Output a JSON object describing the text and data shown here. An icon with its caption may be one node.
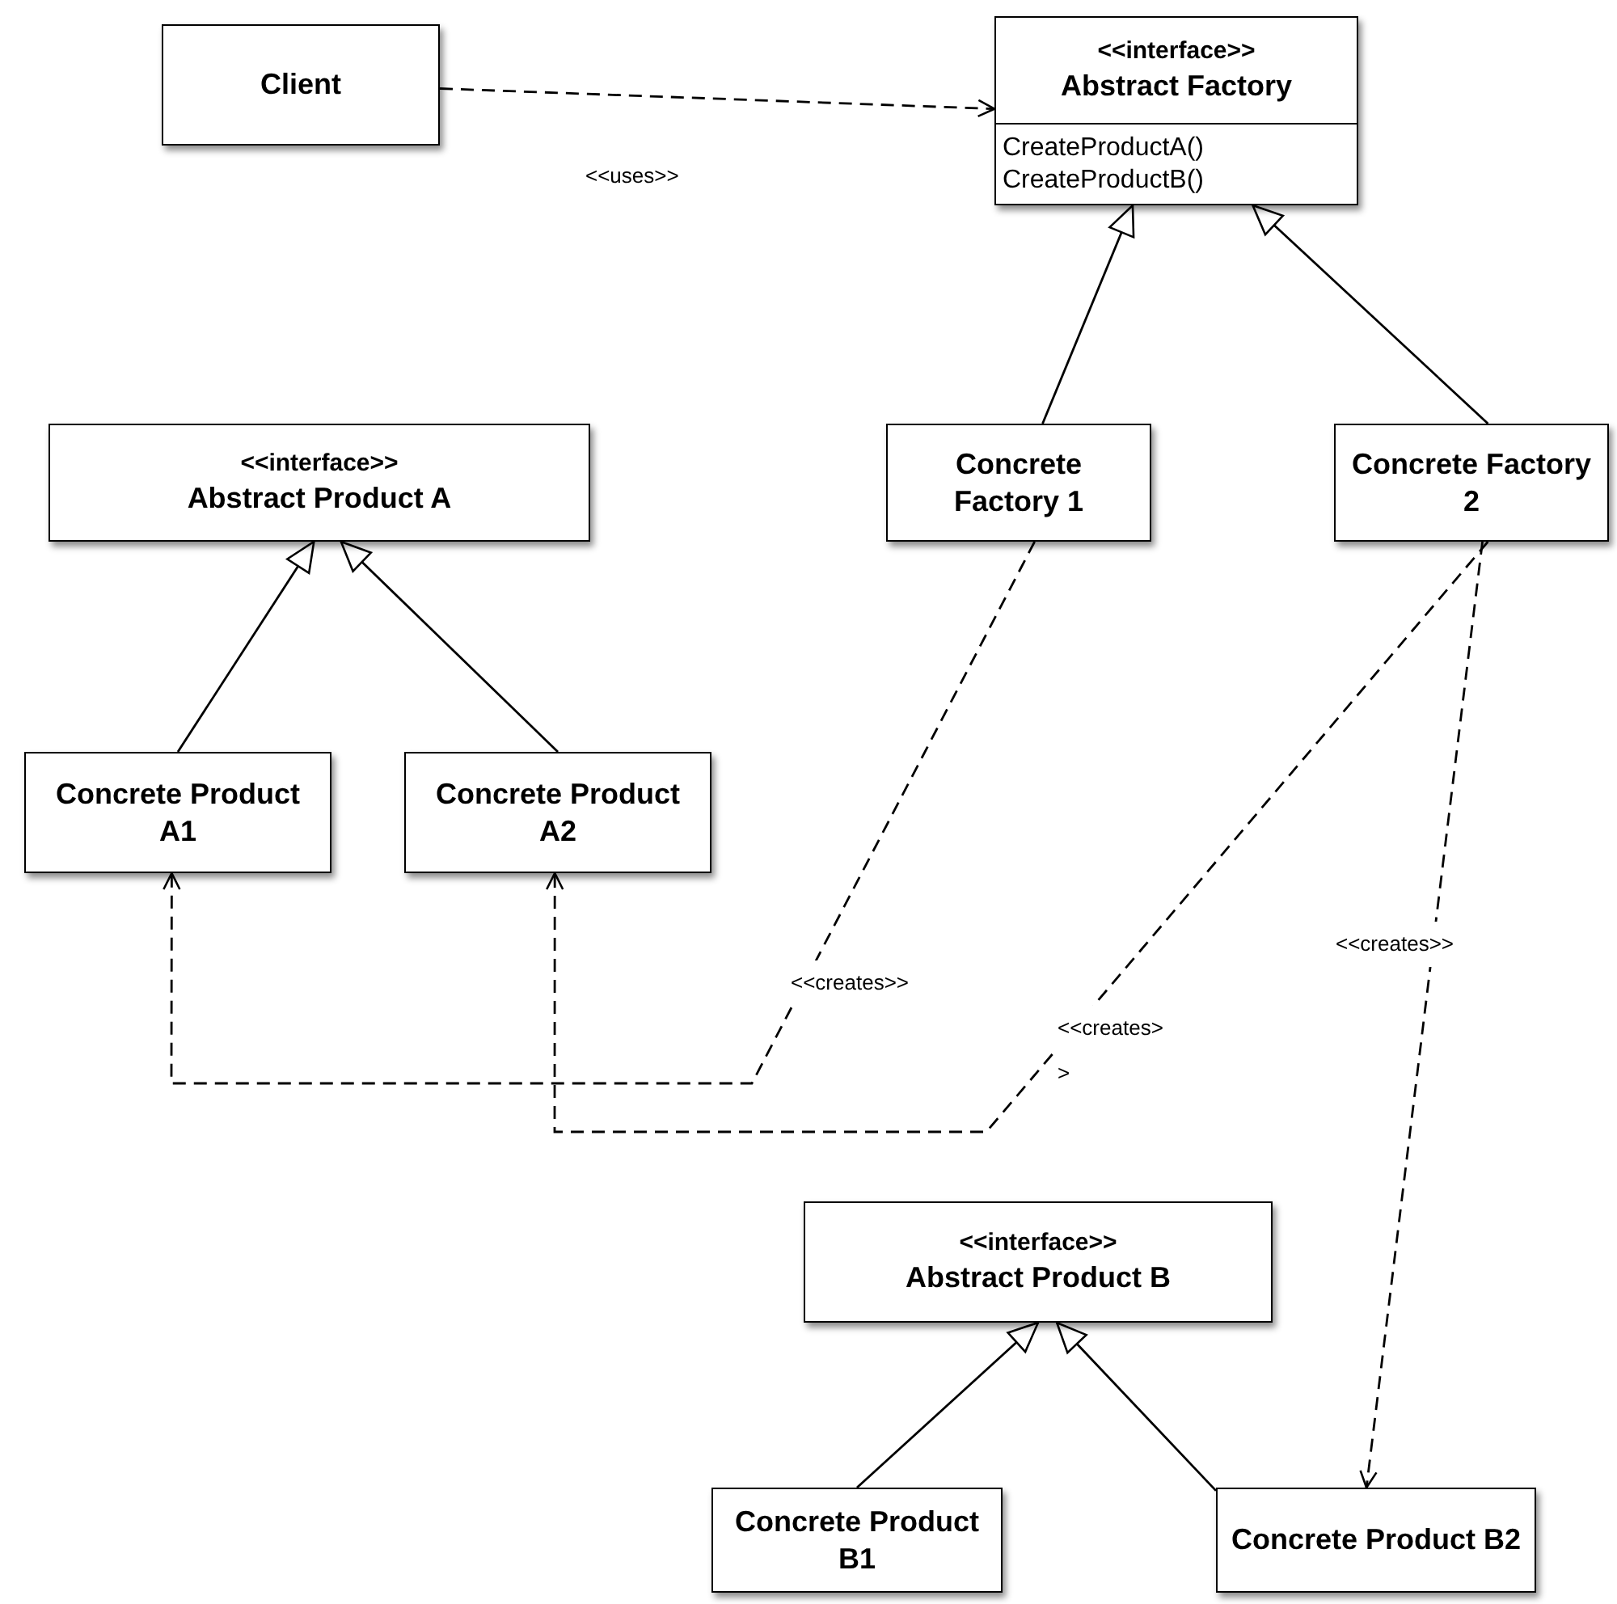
{
  "diagram": {
    "nodes": [
      {
        "text": [
          "Client"
        ]
      },
      {
        "text": [
          "<<interface>>",
          "Abstract Factory"
        ]
      },
      {
        "text": [
          "CreateProductA()",
          "CreateProductB()"
        ],
        "in": 1
      },
      {
        "text": [
          "<<interface>>",
          "Abstract Product A"
        ]
      },
      {
        "text": [
          "Concrete Factory 1"
        ]
      },
      {
        "text": [
          "Concrete Factory 2"
        ]
      },
      {
        "text": [
          "Concrete Product A1"
        ]
      },
      {
        "text": [
          "Concrete Product A2"
        ]
      },
      {
        "text": [
          "<<interface>>",
          "Abstract Product B"
        ]
      },
      {
        "text": [
          "Concrete Product B1"
        ]
      },
      {
        "text": [
          "Concrete Product B2"
        ]
      }
    ],
    "edges": [
      {
        "from": 0,
        "to": 1,
        "arrow": "to",
        "style": "dashed",
        "label": "<<uses>>"
      },
      {
        "from": 4,
        "to": 1,
        "arrow": "to"
      },
      {
        "from": 5,
        "to": 1,
        "arrow": "to"
      },
      {
        "from": 6,
        "to": 3,
        "arrow": "to"
      },
      {
        "from": 7,
        "to": 3,
        "arrow": "to"
      },
      {
        "from": 4,
        "to": 6,
        "arrow": "to",
        "style": "dashed",
        "label": "<<creates>>"
      },
      {
        "from": 5,
        "to": 7,
        "arrow": "to",
        "style": "dashed",
        "label": "<<creates> >"
      },
      {
        "from": 5,
        "to": 10,
        "arrow": "to",
        "style": "dashed",
        "label": "<<creates>>"
      },
      {
        "from": 9,
        "to": 8,
        "arrow": "to"
      },
      {
        "from": 10,
        "to": 8,
        "arrow": "to"
      }
    ]
  }
}
